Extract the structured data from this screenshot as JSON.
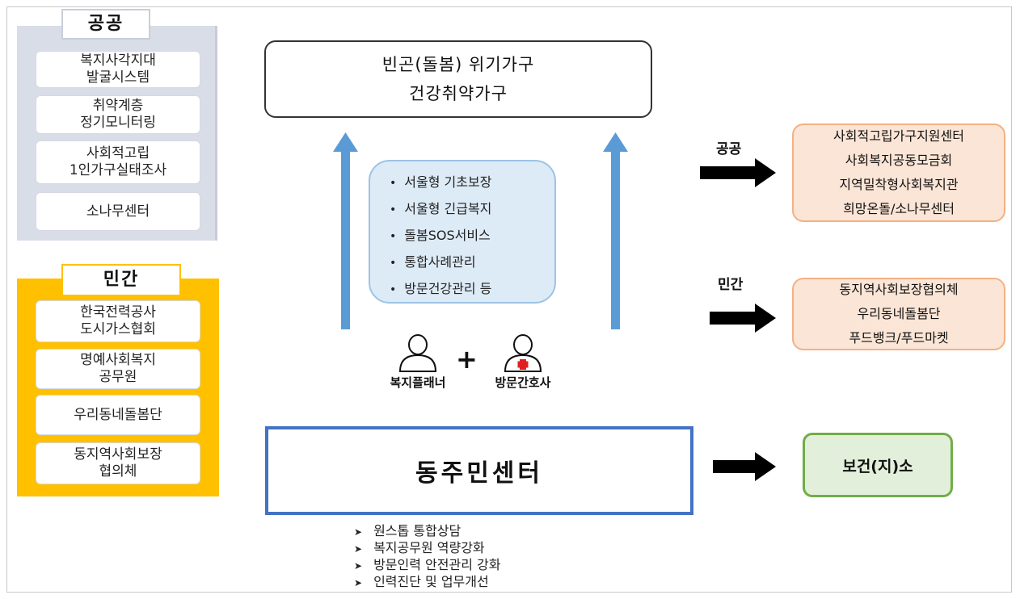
{
  "public_panel": {
    "title": "공공",
    "items": [
      [
        "복지사각지대",
        "발굴시스템"
      ],
      [
        "취약계층",
        "정기모니터링"
      ],
      [
        "사회적고립",
        "1인가구실태조사"
      ],
      [
        "소나무센터"
      ]
    ]
  },
  "private_panel": {
    "title": "민간",
    "items": [
      [
        "한국전력공사",
        "도시가스협회"
      ],
      [
        "명예사회복지",
        "공무원"
      ],
      [
        "우리동네돌봄단"
      ],
      [
        "동지역사회보장",
        "협의체"
      ]
    ]
  },
  "top_box": {
    "line1": "빈곤(돌봄) 위기가구",
    "line2": "건강취약가구"
  },
  "services": [
    "서울형 기초보장",
    "서울형 긴급복지",
    "돌봄SOS서비스",
    "통합사례관리",
    "방문건강관리 등"
  ],
  "people": {
    "planner": "복지플래너",
    "plus": "+",
    "nurse": "방문간호사"
  },
  "center": {
    "title": "동주민센터",
    "tasks": [
      "원스톱 통합상담",
      "복지공무원 역량강화",
      "방문인력 안전관리 강화",
      "인력진단 및 업무개선"
    ]
  },
  "right": {
    "public_label": "공공",
    "public_items": [
      "사회적고립가구지원센터",
      "사회복지공동모금회",
      "지역밀착형사회복지관",
      "희망온돌/소나무센터"
    ],
    "private_label": "민간",
    "private_items": [
      "동지역사회보장협의체",
      "우리동네돌봄단",
      "푸드뱅크/푸드마켓"
    ],
    "health_center": "보건(지)소"
  },
  "colors": {
    "public_panel_bg": "#d9dde8",
    "private_panel_bg": "#ffc000",
    "services_bg": "#ddebf7",
    "up_arrow": "#5b9bd5",
    "center_border": "#4472c4",
    "orange_box_bg": "#fbe5d6",
    "green_box_border": "#70ad47",
    "nurse_cross": "#e02020"
  }
}
